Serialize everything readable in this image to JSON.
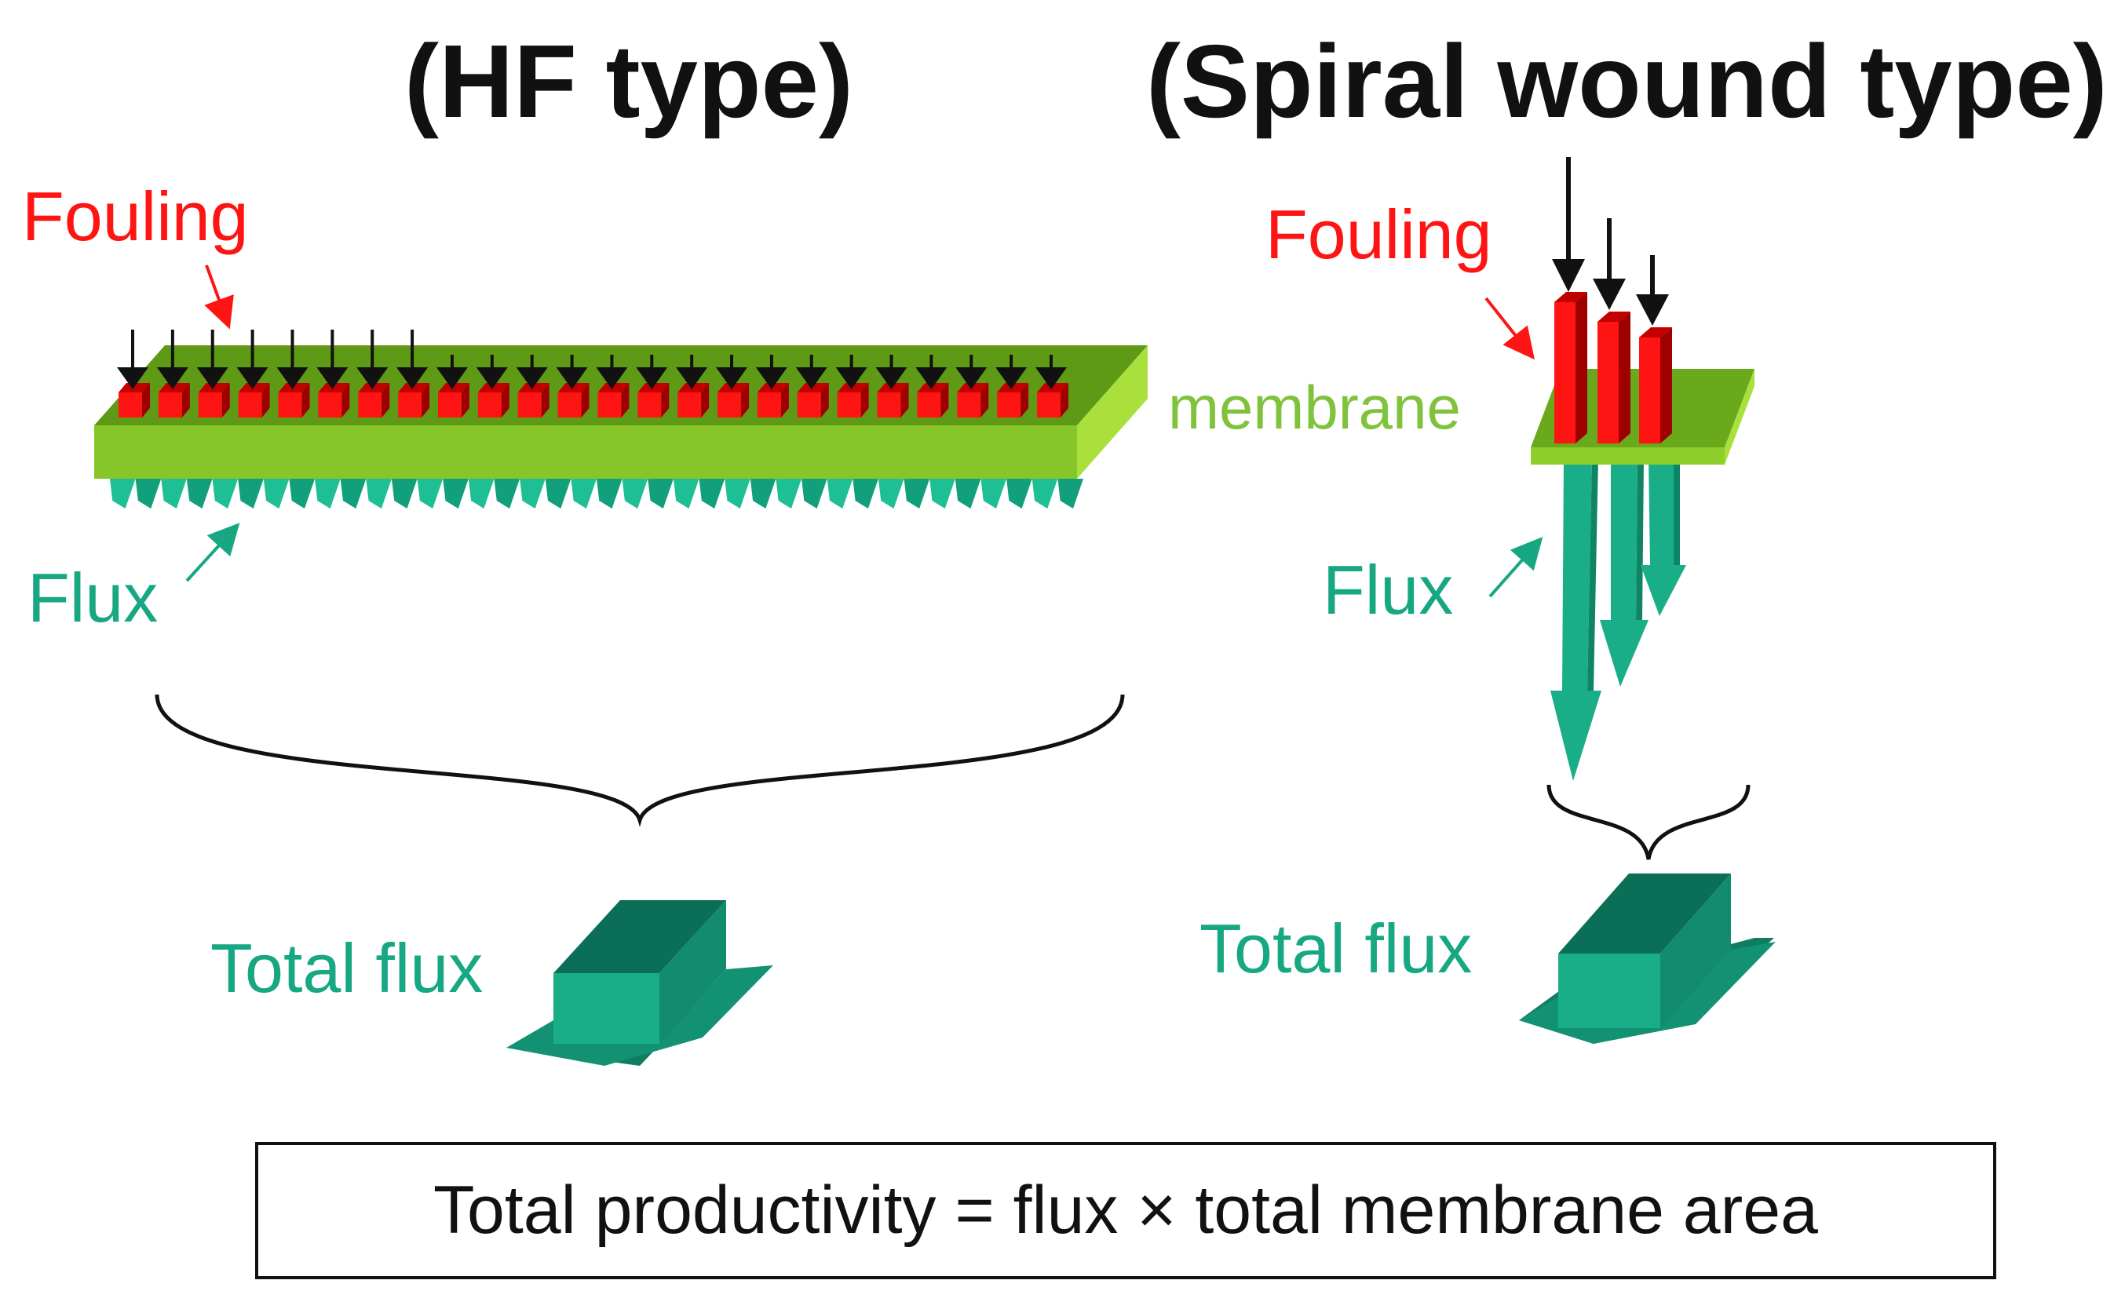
{
  "titles": {
    "hf": "(HF type)",
    "spiral": "(Spiral wound type)"
  },
  "hf": {
    "fouling_label": "Fouling",
    "flux_label": "Flux",
    "total_flux_label": "Total flux",
    "fouling_units": 24
  },
  "spiral": {
    "fouling_label": "Fouling",
    "membrane_label": "membrane",
    "flux_label": "Flux",
    "total_flux_label": "Total flux",
    "fouling_units": 3
  },
  "formula": "Total productivity = flux × total membrane area",
  "colors": {
    "fouling": "#ff1414",
    "membrane": "#7fc23c",
    "flux": "#17a783",
    "text": "#111111"
  }
}
